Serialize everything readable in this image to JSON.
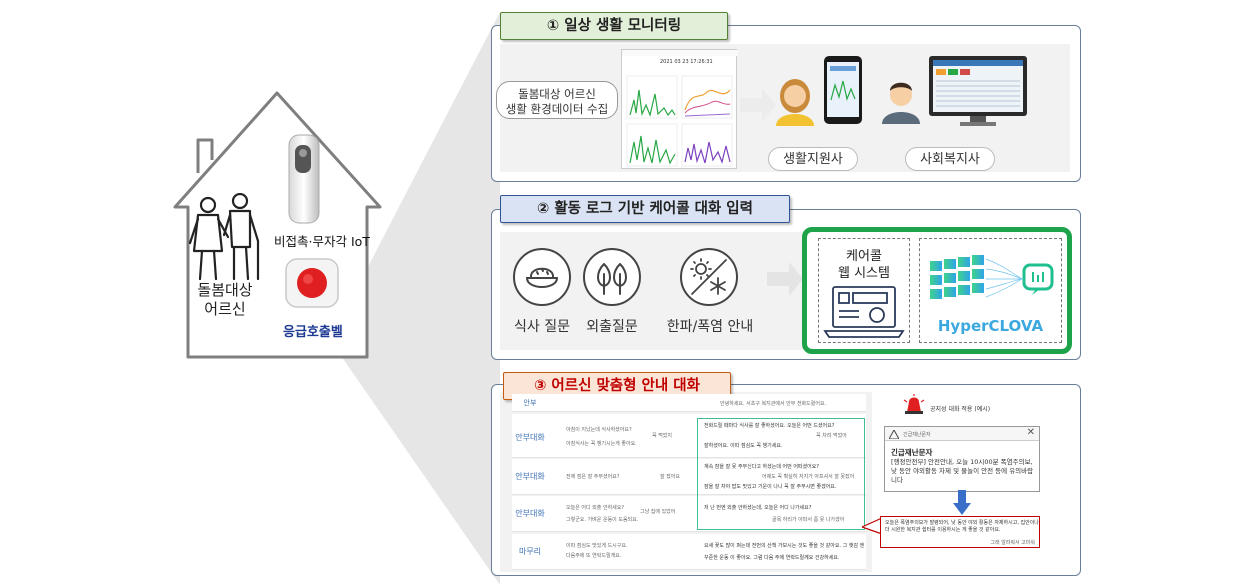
{
  "house": {
    "elderly_label_1": "돌봄대상",
    "elderly_label_2": "어르신",
    "iot_label": "비접촉·무자각 IoT",
    "bell_label": "응급호출벨"
  },
  "panel1": {
    "title": "① 일상 생활 모니터링",
    "pill_line1": "돌봄대상 어르신",
    "pill_line2": "생활 환경데이터 수집",
    "dashboard_time": "2021 03 23 17:26:31",
    "support_worker_label": "생활지원사",
    "social_worker_label": "사회복지사"
  },
  "panel2": {
    "title": "② 활동 로그 기반 케어콜 대화 입력",
    "icon1_label": "식사 질문",
    "icon2_label": "외출질문",
    "icon3_label": "한파/폭염 안내",
    "carecall_line1": "케어콜",
    "carecall_line2": "웹 시스템",
    "hyperclova_label": "HyperCLOVA"
  },
  "panel3": {
    "title": "③ 어르신 맞춤형 안내 대화",
    "rows": [
      {
        "head": "안부대화",
        "q1": "아침이 지났는데 식사하셨어요?",
        "q2": "아침식사는 꼭 챙기시는게 좋아요.",
        "mid": "꼭 먹었지",
        "ans1": "전화드릴 때마다 식사를 잘 좋하셨어요. 오늘은 어떤 드셨어요?",
        "ans2": "잘하셨어요. 이따 점심도 꼭 챙기세요.",
        "ans_mid": "꼭 차려 먹었어"
      },
      {
        "head": "안부대화",
        "q1": "전에 점은 잘 주무셨어요?",
        "q2": "",
        "mid": "잘 잤어요",
        "ans1": "계속 잠을 잘 못 주무신다고 하셨는데 어떤 어떠셨어요?",
        "ans2": "잠을 잘 자야 밥도 맛있고 기운이 나니 꼭 잘 주무시면 좋겠어요.",
        "ans_mid": "어제도 꼭 확실히 자지가 아프셔서 잘 못잤어"
      },
      {
        "head": "안부대화",
        "q1": "오늘은 어디 외출 안하세요?",
        "q2": "그렇군요. 가벼운 운동이 도움되요.",
        "mid": "그냥 집에 있었어",
        "ans1": "저 난 번엔 외출 안하셨는데, 오늘은 어디 나가세요?",
        "ans2": "",
        "ans_mid": "골목 하리가 아파서 좀 못 나가겠어"
      },
      {
        "head": "마무리",
        "q1": "이따 점심도 맛있게 드시구요.",
        "q2": "다음주에 또 연락드릴게요.",
        "mid": "",
        "ans1": "요새 꽃도 많이 펴는데 전번의 산책 가보시는 것도 좋을 것 같아요. 그 햇감 엔",
        "ans2": "꾸준한 운동 이 좋아요. 그럼 다음 주에 연락드릴께요 건강하세요.",
        "ans_mid": ""
      }
    ],
    "top_row_head": "안부",
    "top_row_text": "안녕하세요. 서초구 복지관에서 안부 전화드렸어요.",
    "notice_title": "공지성 대화 적용 (예시)",
    "alert_header": "긴급재난문자",
    "alert_title": "긴급재난문자",
    "alert_body": "[행정안전부] 안전안내, 오늘 10시00분 폭염주의보, 낮 동안 야외활동 자제 및 물놀이 안전 등에 유의바랍니다",
    "output_text": "오늘은 폭염주의보가 발령되어, 낮 동안 야외 활동은 자제하시고, 집안이나 더 시원한 복지관 쉼터를 이용하시는 게 좋을 것 같아요.",
    "output_reply": "그래 알려줘서 고마워"
  },
  "colors": {
    "title1_bg": "#e2efd9",
    "title1_border": "#548235",
    "title2_bg": "#dae3f3",
    "title2_border": "#2f5597",
    "title3_bg": "#fbe5d6",
    "title3_border": "#c55a11",
    "title3_text": "#c00000",
    "green_frame": "#1fa34a",
    "panel_border": "#6a7d99",
    "bell_red": "#e02020",
    "bell_label": "#1f3a93",
    "hyperclova": "#3ca8e0"
  }
}
